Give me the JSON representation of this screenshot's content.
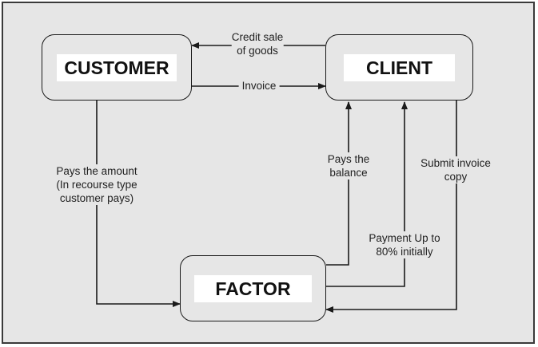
{
  "nodes": {
    "customer": "CUSTOMER",
    "client": "CLIENT",
    "factor": "FACTOR"
  },
  "edges": {
    "credit_sale": [
      "Credit sale",
      "of goods"
    ],
    "invoice": [
      "Invoice"
    ],
    "pays_amount": [
      "Pays the amount",
      "(In recourse type",
      "customer pays)"
    ],
    "pays_balance": [
      "Pays the",
      "balance"
    ],
    "payment_up_to": [
      "Payment Up to",
      "80% initially"
    ],
    "submit_invoice": [
      "Submit invoice",
      "copy"
    ]
  },
  "colors": {
    "background": "#e6e6e6",
    "line": "#1a1a1a",
    "label_box": "#ffffff"
  }
}
